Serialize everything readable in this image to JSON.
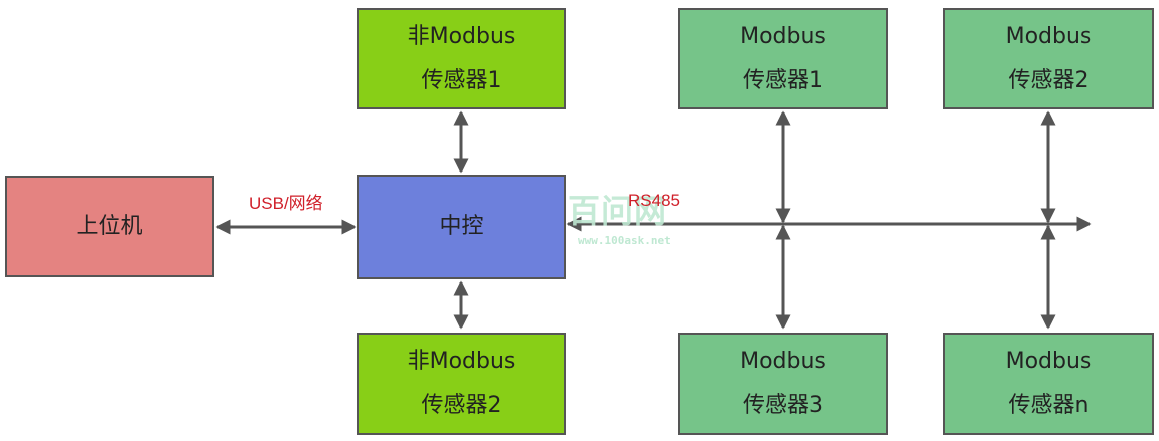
{
  "nodes": {
    "host": {
      "label": "上位机"
    },
    "controller": {
      "label": "中控"
    },
    "non_modbus_1": {
      "line1": "非Modbus",
      "line2": "传感器1"
    },
    "non_modbus_2": {
      "line1": "非Modbus",
      "line2": "传感器2"
    },
    "modbus_1": {
      "line1": "Modbus",
      "line2": "传感器1"
    },
    "modbus_2": {
      "line1": "Modbus",
      "line2": "传感器2"
    },
    "modbus_3": {
      "line1": "Modbus",
      "line2": "传感器3"
    },
    "modbus_n": {
      "line1": "Modbus",
      "line2": "传感器n"
    }
  },
  "links": {
    "usb_network": "USB/网络",
    "rs485": "RS485"
  },
  "watermark": {
    "logo_text": "百问网",
    "url": "www.100ask.net"
  },
  "colors": {
    "host": "#e48381",
    "controller": "#6d80dc",
    "non_modbus": "#88cf17",
    "modbus": "#76c489",
    "border": "#555555",
    "arrow": "#555555",
    "link_label": "#d0202a"
  }
}
